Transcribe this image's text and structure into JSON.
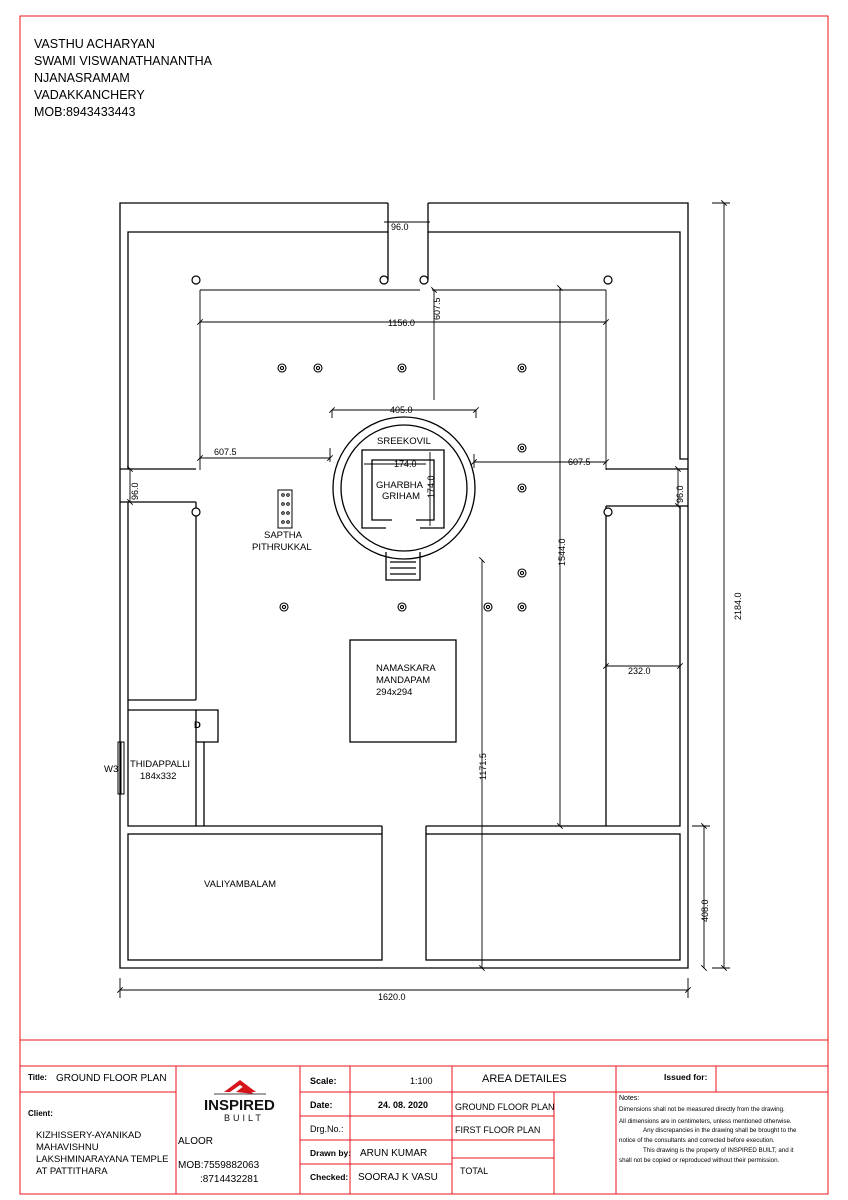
{
  "header": {
    "lines": [
      "VASTHU ACHARYAN",
      "SWAMI VISWANATHANANTHA",
      "NJANASRAMAM",
      "VADAKKANCHERY",
      "MOB:8943433443"
    ]
  },
  "plan": {
    "dims": {
      "d96_top": "96.0",
      "d1156": "1156.0",
      "d607_5_v": "607.5",
      "d405": "405.0",
      "d607_5_left": "607.5",
      "d607_5_right": "607.5",
      "d174_h": "174.0",
      "d174_v": "174.0",
      "d96_left": "96.0",
      "d96_right": "96.0",
      "d1544": "1544.0",
      "d232": "232.0",
      "d1171_5": "1171.5",
      "d2184": "2184.0",
      "d408": "408.0",
      "d1620": "1620.0"
    },
    "labels": {
      "sreekovil": "SREEKOVIL",
      "gharbha1": "GHARBHA",
      "gharbha2": "GRIHAM",
      "saptha1": "SAPTHA",
      "saptha2": "PITHRUKKAL",
      "namaskara1": "NAMASKARA",
      "namaskara2": "MANDAPAM",
      "namaskara3": "294x294",
      "thidappalli1": "THIDAPPALLI",
      "thidappalli2": "184x332",
      "door": "D",
      "window": "W3",
      "valiyambalam": "VALIYAMBALAM"
    }
  },
  "title_block": {
    "title_label": "Title:",
    "title_value": "GROUND FLOOR PLAN",
    "client_label": "Client:",
    "client_lines": [
      "KIZHISSERY-AYANIKAD",
      "MAHAVISHNU",
      "LAKSHMINARAYANA TEMPLE",
      "AT PATTITHARA"
    ],
    "company_name": "INSPIRED",
    "company_sub": "BUILT",
    "company_lines": [
      "ALOOR",
      "MOB:7559882063",
      ":8714432281"
    ],
    "scale_label": "Scale:",
    "scale_value": "1:100",
    "date_label": "Date:",
    "date_value": "24. 08. 2020",
    "drg_label": "Drg.No.:",
    "drg_value": "",
    "drawn_label": "Drawn by:",
    "drawn_value": "ARUN KUMAR",
    "checked_label": "Checked:",
    "checked_value": "SOORAJ K VASU",
    "area_title": "AREA DETAILES",
    "area_rows": [
      "GROUND FLOOR PLAN",
      "FIRST FLOOR PLAN",
      "TOTAL"
    ],
    "issued_label": "Issued for:",
    "notes_title": "Notes:",
    "notes_lines": [
      "Dimensions shall not be measured directly from the drawing.",
      "All dimensions are in centimeters, unless mentioned otherwise.",
      "Any discrepancies in the drawing shall be brought to the",
      "notice of the consultants and corrected before execution.",
      "This drawing is the property of INSPIRED BUILT, and it",
      "shall not be copied or reproduced without their permission."
    ]
  },
  "colors": {
    "border_red": "#e8141c",
    "line": "#000000"
  }
}
